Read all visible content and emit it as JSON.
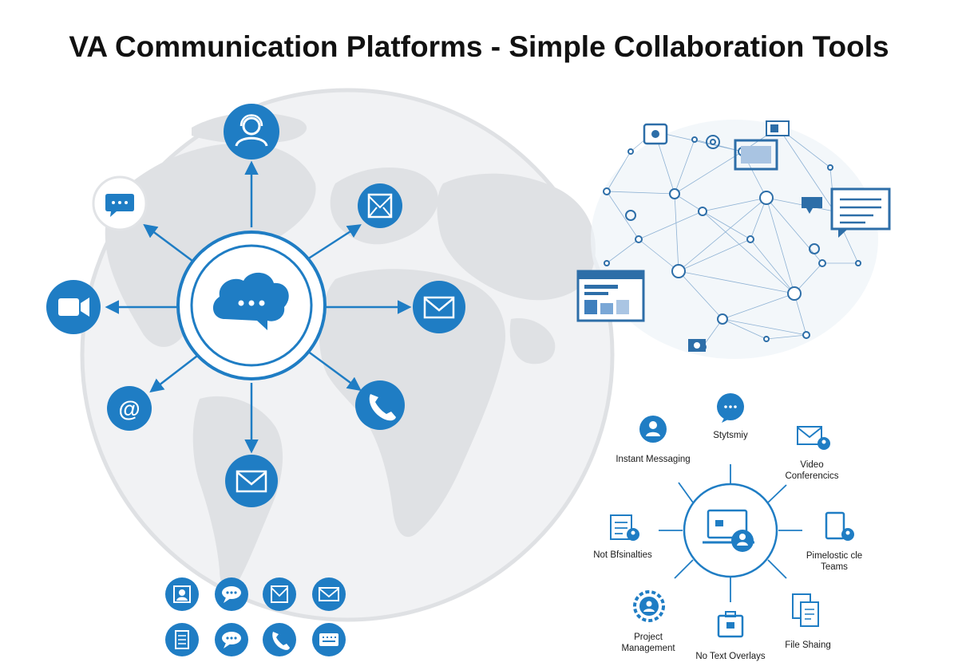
{
  "title": "VA Communication Platforms - Simple Collaboration Tools",
  "colors": {
    "primary": "#1f7dc4",
    "dark": "#1a66a8",
    "globe": "#e4e6e9",
    "globe_edge": "#d8dadd",
    "network": "#2d6ea8",
    "text": "#111111"
  },
  "hub_diagram": {
    "center_icon": "chat-cloud-icon",
    "spokes": [
      {
        "name": "user-support-icon"
      },
      {
        "name": "mail-app-icon"
      },
      {
        "name": "envelope-icon"
      },
      {
        "name": "phone-icon"
      },
      {
        "name": "envelope-icon"
      },
      {
        "name": "at-sign-icon"
      },
      {
        "name": "video-camera-icon"
      },
      {
        "name": "chat-bubble-icon"
      }
    ]
  },
  "icon_grid": [
    "contact-icon",
    "chat-bubble-icon",
    "mail-app-icon",
    "envelope-icon",
    "document-icon",
    "chat-bubble-icon",
    "phone-icon",
    "keyboard-chat-icon"
  ],
  "tools": {
    "top": "Stytsmiy",
    "instant_messaging": "Instant Messaging",
    "video_line1": "Video",
    "video_line2": "Conferencics",
    "left": "Not Bfsinalties",
    "teams_line1": "Pimelostic cle",
    "teams_line2": "Teams",
    "pm_line1": "Project",
    "pm_line2": "Management",
    "bottom": "No Text Overlays",
    "file_sharing": "File Shaing"
  }
}
